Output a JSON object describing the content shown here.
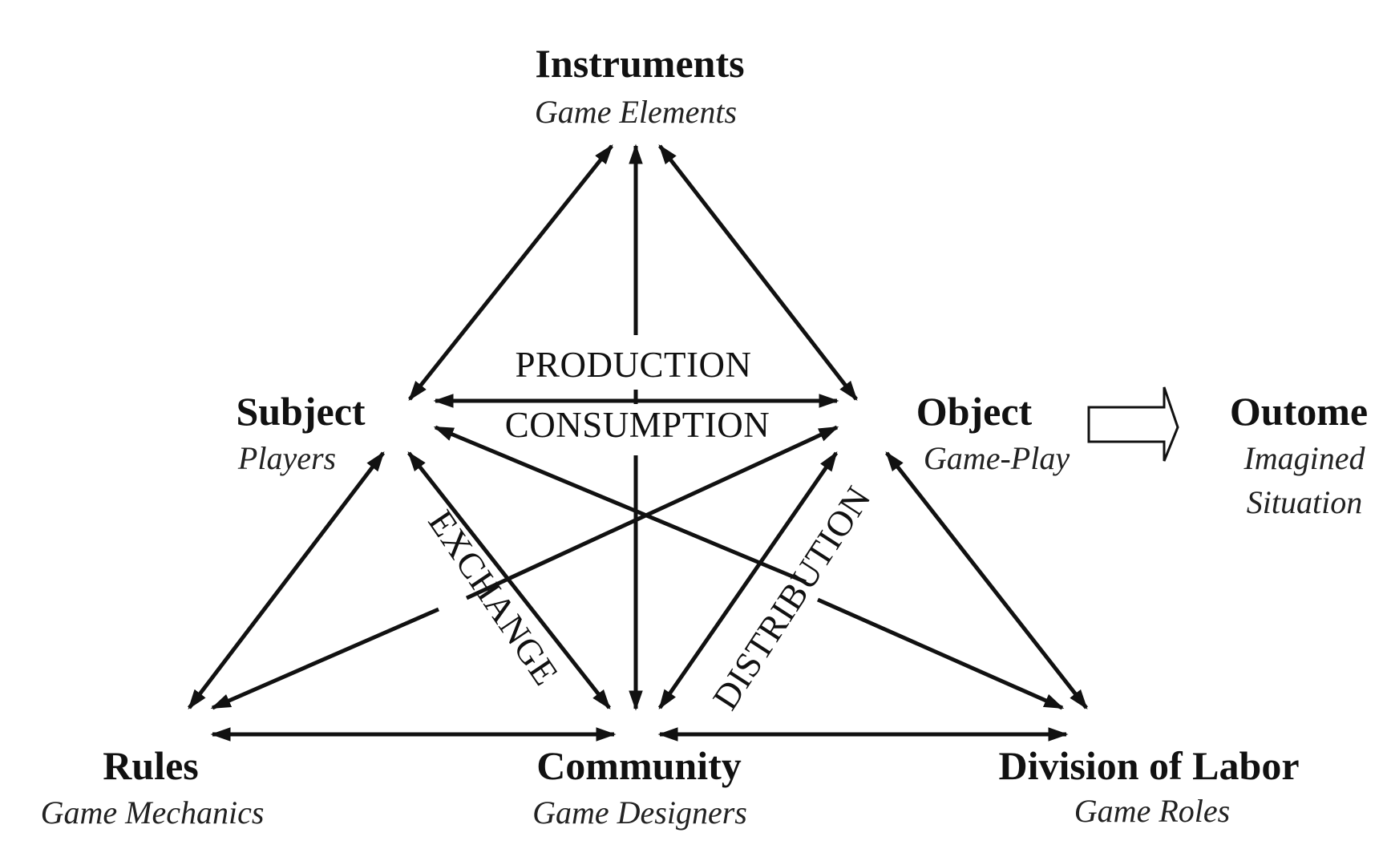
{
  "nodes": {
    "instruments": {
      "title": "Instruments",
      "subtitle": "Game Elements"
    },
    "subject": {
      "title": "Subject",
      "subtitle": "Players"
    },
    "object": {
      "title": "Object",
      "subtitle": "Game-Play"
    },
    "outcome": {
      "title": "Outome",
      "subtitle_line1": "Imagined",
      "subtitle_line2": "Situation"
    },
    "rules": {
      "title": "Rules",
      "subtitle": "Game Mechanics"
    },
    "community": {
      "title": "Community",
      "subtitle": "Game Designers"
    },
    "division": {
      "title": "Division of Labor",
      "subtitle": "Game Roles"
    }
  },
  "regions": {
    "production": "PRODUCTION",
    "consumption": "CONSUMPTION",
    "exchange": "EXCHANGE",
    "distribution": "DISTRIBUTION"
  },
  "connections": [
    {
      "from": "instruments",
      "to": "subject",
      "arrows": "both"
    },
    {
      "from": "instruments",
      "to": "object",
      "arrows": "both"
    },
    {
      "from": "instruments",
      "to": "community",
      "arrows": "both"
    },
    {
      "from": "subject",
      "to": "object",
      "arrows": "both"
    },
    {
      "from": "subject",
      "to": "rules",
      "arrows": "both"
    },
    {
      "from": "subject",
      "to": "community",
      "arrows": "both"
    },
    {
      "from": "subject",
      "to": "division",
      "arrows": "both"
    },
    {
      "from": "object",
      "to": "rules",
      "arrows": "both"
    },
    {
      "from": "object",
      "to": "community",
      "arrows": "both"
    },
    {
      "from": "object",
      "to": "division",
      "arrows": "both"
    },
    {
      "from": "rules",
      "to": "community",
      "arrows": "both"
    },
    {
      "from": "community",
      "to": "division",
      "arrows": "both"
    },
    {
      "from": "object",
      "to": "outcome",
      "arrows": "forward-block"
    }
  ]
}
